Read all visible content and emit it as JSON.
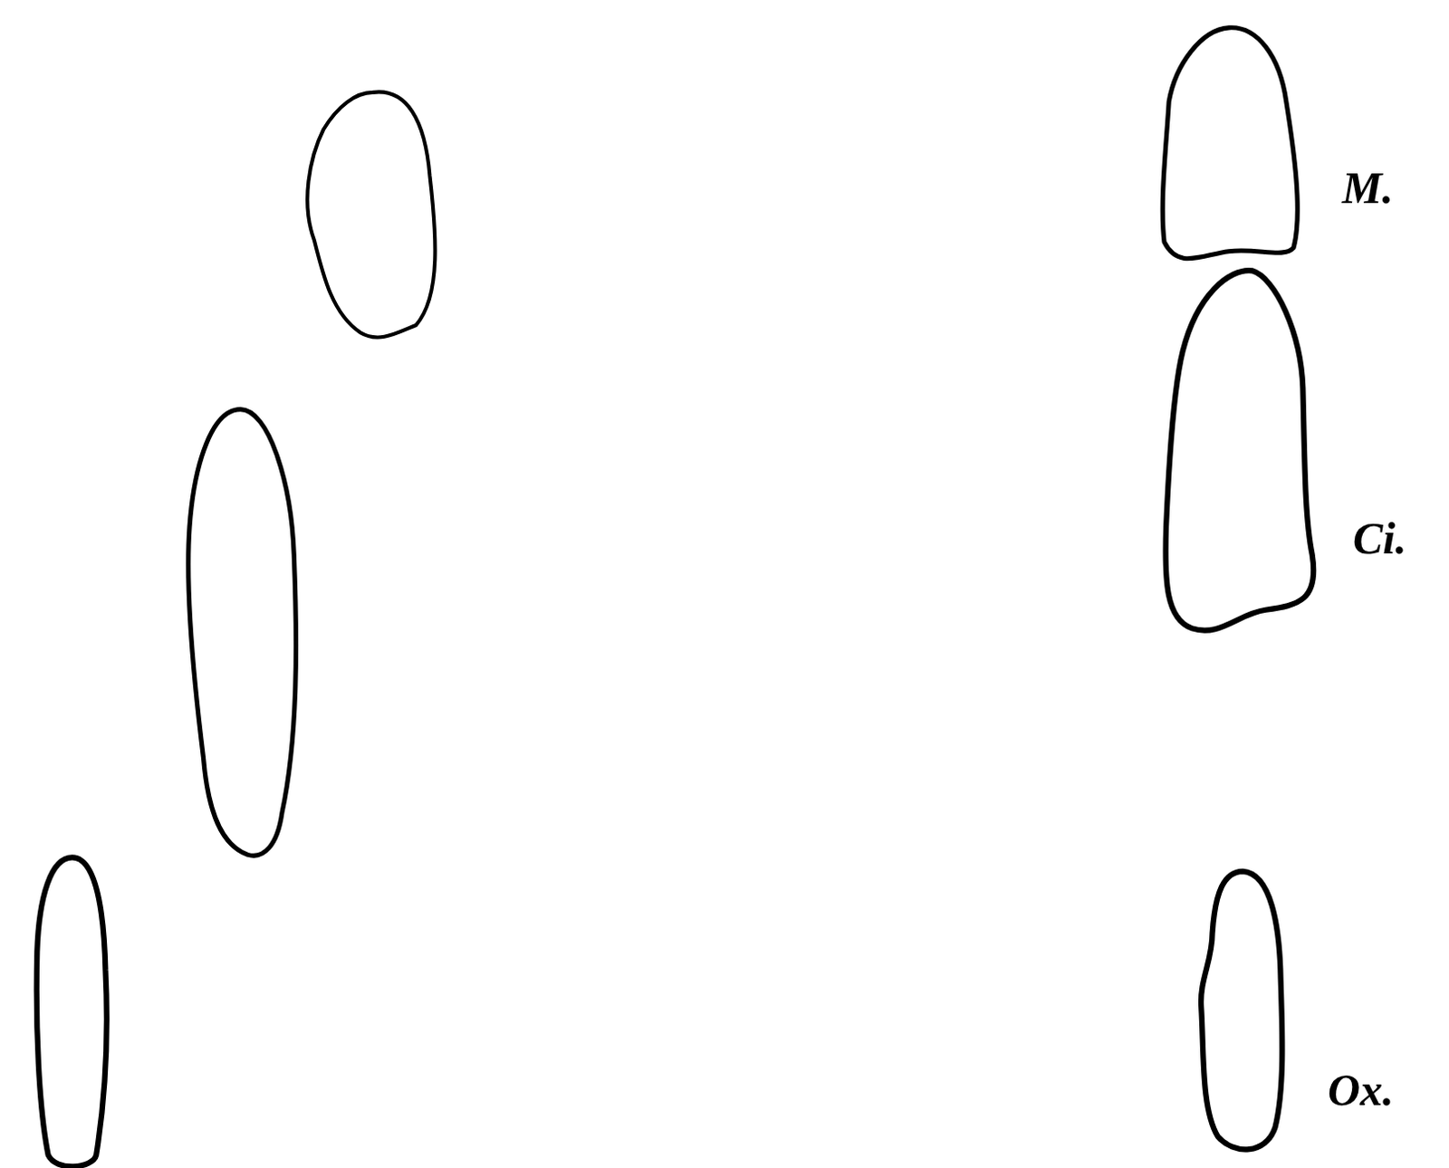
{
  "diagram": {
    "labels": [
      "M.",
      "Ci.",
      "Ox."
    ]
  }
}
